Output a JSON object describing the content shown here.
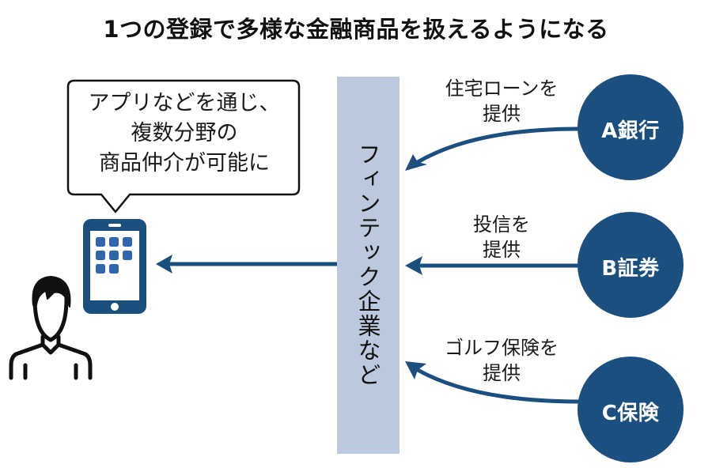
{
  "title": "1つの登録で多様な金融商品を扱えるようになる",
  "speech_bubble": {
    "lines": [
      "アプリなどを通じ、",
      "複数分野の",
      "商品仲介が可能に"
    ]
  },
  "intermediary": {
    "label": "フィンテック企業など"
  },
  "user": {
    "person_icon": "person-icon",
    "device_icon": "tablet-icon"
  },
  "providers": [
    {
      "name": "A銀行",
      "offer_lines": [
        "住宅ローンを",
        "提供"
      ]
    },
    {
      "name": "B証券",
      "offer_lines": [
        "投信を",
        "提供"
      ]
    },
    {
      "name": "C保険",
      "offer_lines": [
        "ゴルフ保険を",
        "提供"
      ]
    }
  ],
  "colors": {
    "primary": "#1b4f80",
    "app_tile": "#2f66ad",
    "bar": "#bcc8dd",
    "outline": "#111111"
  }
}
